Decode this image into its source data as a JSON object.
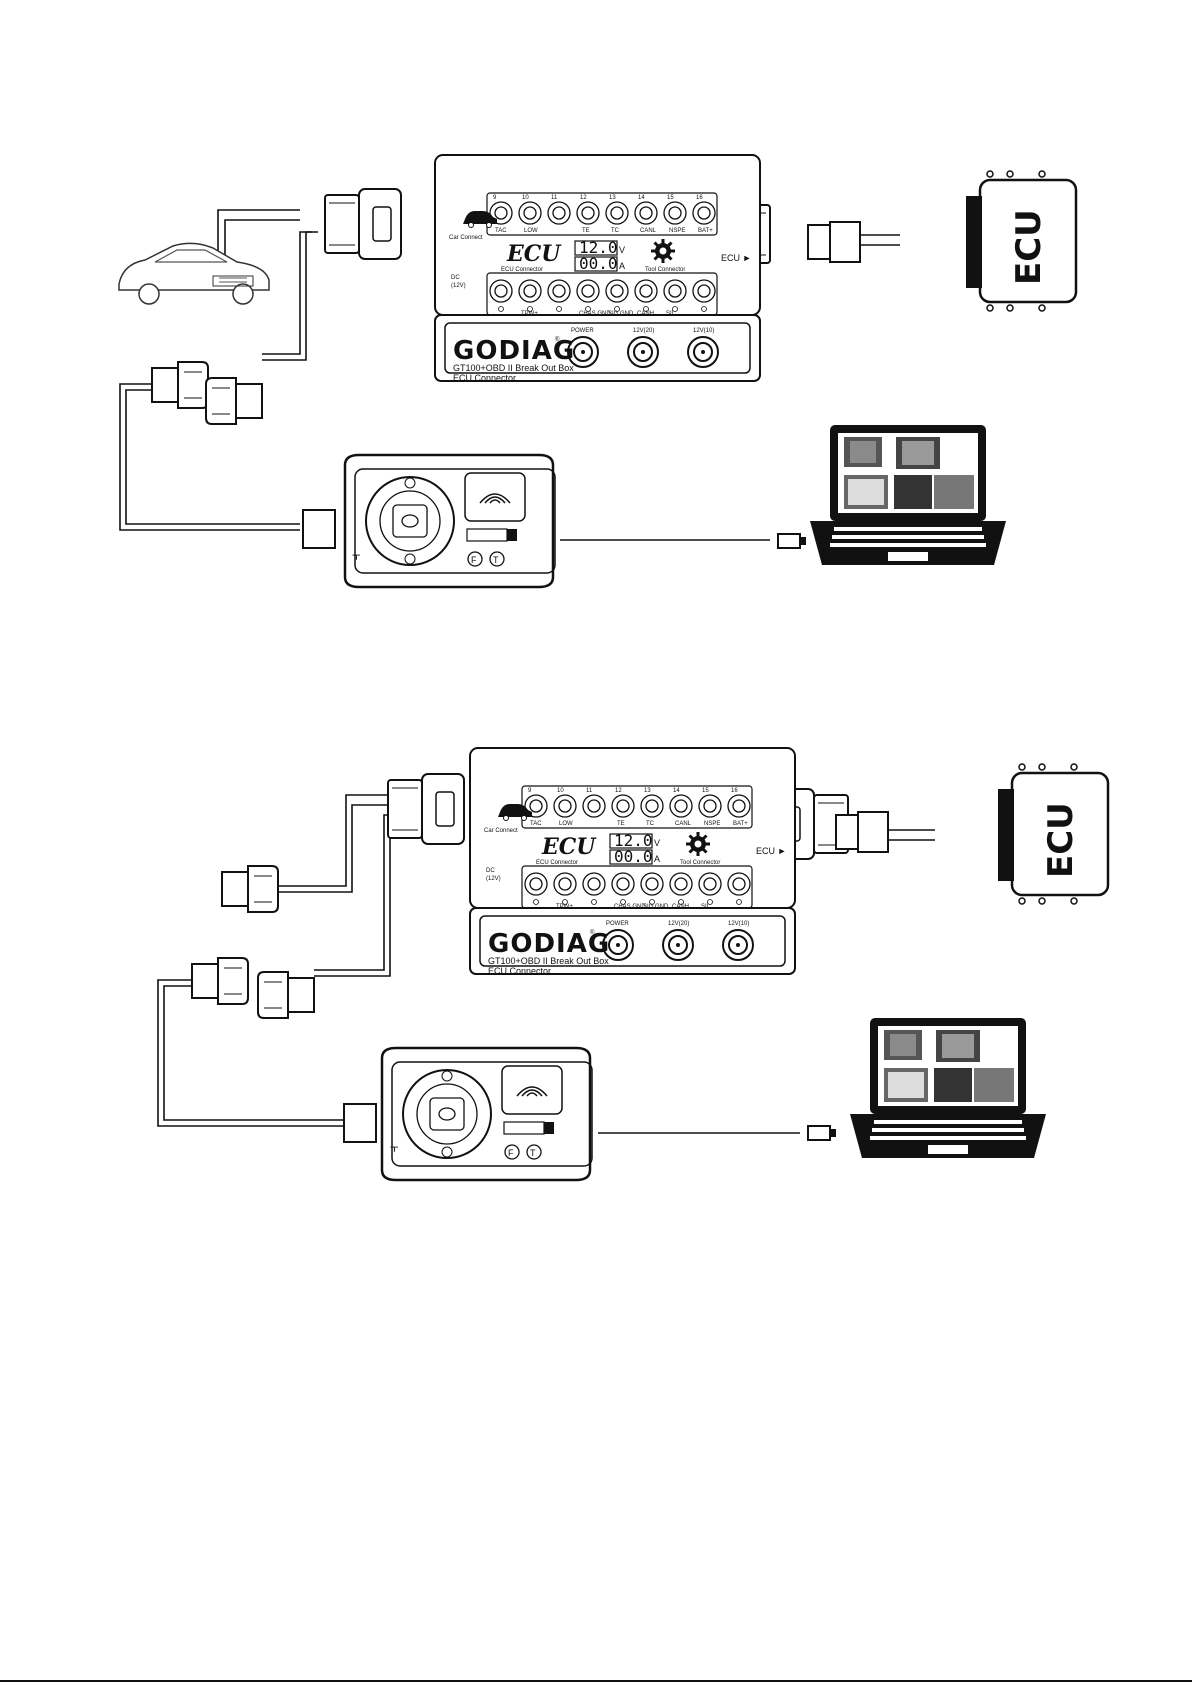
{
  "device": {
    "brand": "GODIAG",
    "registered_mark": "®",
    "model_line": "GT100+OBD II Break Out Box",
    "subtitle": "ECU Connector",
    "ecu_logo": "ECU",
    "ecu_connector_label": "ECU Connector",
    "tool_connector_label": "Tool Connector",
    "car_connect_label": "Car Connect",
    "dc_label": "DC",
    "dc_voltage": "(12V)",
    "ecu_port_label": "ECU ►",
    "voltage_display": "12.0",
    "voltage_unit": "V",
    "current_display": "00.0",
    "current_unit": "A",
    "knob_labels": [
      "POWER",
      "12V(20)",
      "12V(10)"
    ],
    "top_pin_numbers": [
      "9",
      "10",
      "11",
      "12",
      "13",
      "14",
      "15",
      "16"
    ],
    "top_pin_labels": [
      "TAC",
      "LOW",
      "",
      "TE",
      "TC",
      "CANL",
      "NSPE",
      "BAT+"
    ],
    "bottom_pin_labels": [
      "",
      "TPW+",
      "",
      "CHAS GND",
      "SIG GND",
      "CANH",
      "SIL",
      ""
    ]
  },
  "ecu_module": {
    "label": "ECU"
  },
  "usb_symbol": "⫟",
  "tool_buttons": [
    "F",
    "T"
  ]
}
